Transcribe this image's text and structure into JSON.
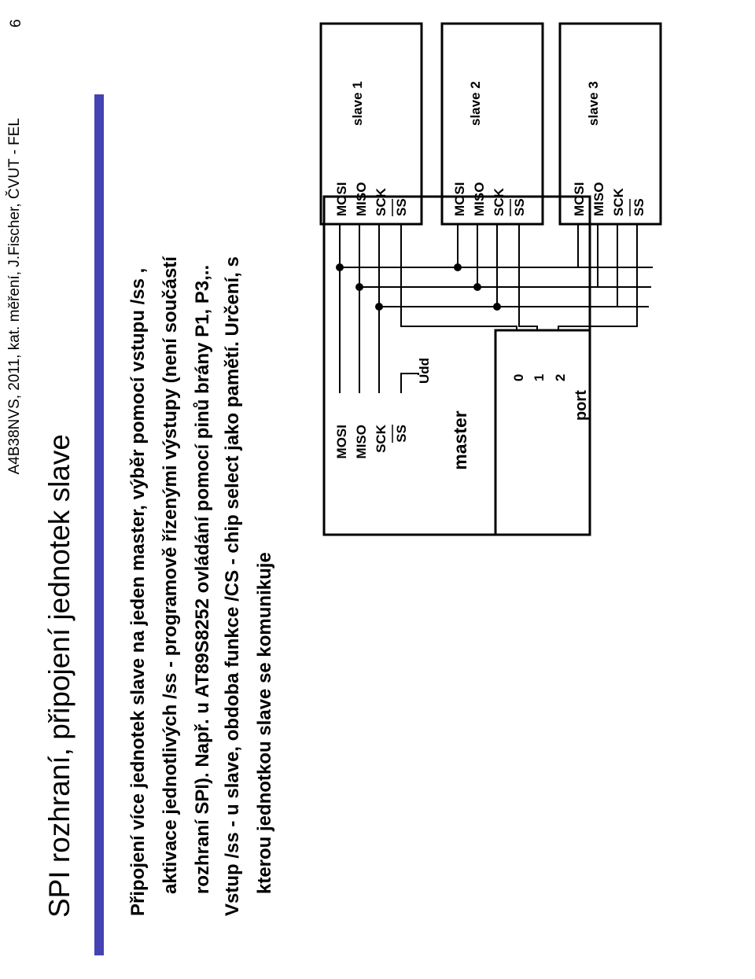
{
  "header": {
    "credit": "A4B38NVS, 2011,  kat. měření, J.Fischer, ČVUT - FEL",
    "page_number": "6"
  },
  "title": "SPI rozhraní, připojení jednotek slave",
  "paragraphs": [
    {
      "lines": [
        "Připojení více jednotek slave na jeden master, výběr pomocí vstupu /ss ,",
        "aktivace jednotlivých /ss - programově řízenými výstupy  (není součástí",
        "rozhraní SPI). Např. u AT89S8252  ovládání pomocí pinů brány P1, P3,.."
      ]
    },
    {
      "lines": [
        "Vstup /ss - u slave, obdoba funkce /CS - chip select jako pamětí. Určení, s",
        "kterou jednotkou slave se komunikuje"
      ]
    }
  ],
  "diagram": {
    "master": {
      "label": "master",
      "pins": [
        "MOSI",
        "MISO",
        "SCK",
        "SS"
      ],
      "supply": "Udd",
      "port_label": "port",
      "port_pins": [
        "0",
        "1",
        "2"
      ]
    },
    "slaves": [
      {
        "label": "slave 1",
        "pins": [
          "MOSI",
          "MISO",
          "SCK",
          "SS"
        ]
      },
      {
        "label": "slave 2",
        "pins": [
          "MOSI",
          "MISO",
          "SCK",
          "SS"
        ]
      },
      {
        "label": "slave 3",
        "pins": [
          "MOSI",
          "MISO",
          "SCK",
          "SS"
        ]
      }
    ]
  }
}
